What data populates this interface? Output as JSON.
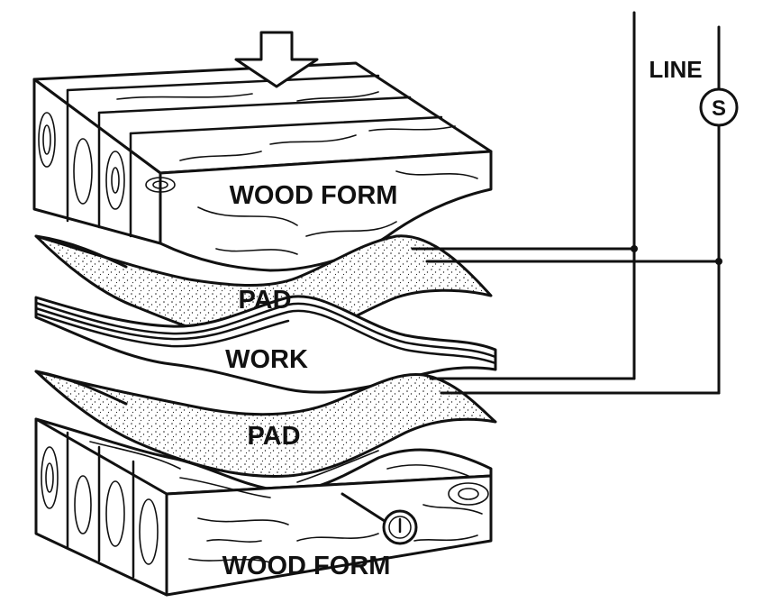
{
  "labels": {
    "upper_form": "WOOD FORM",
    "upper_pad": "PAD",
    "work": "WORK",
    "lower_pad": "PAD",
    "lower_form": "WOOD FORM",
    "line": "LINE",
    "switch": "S"
  },
  "icons": {
    "pressure_arrow": "down-arrow-icon",
    "switch": "switch-circle-icon",
    "gauge": "thermometer-gauge-icon"
  },
  "colors": {
    "ink": "#111111",
    "paper": "#ffffff"
  }
}
